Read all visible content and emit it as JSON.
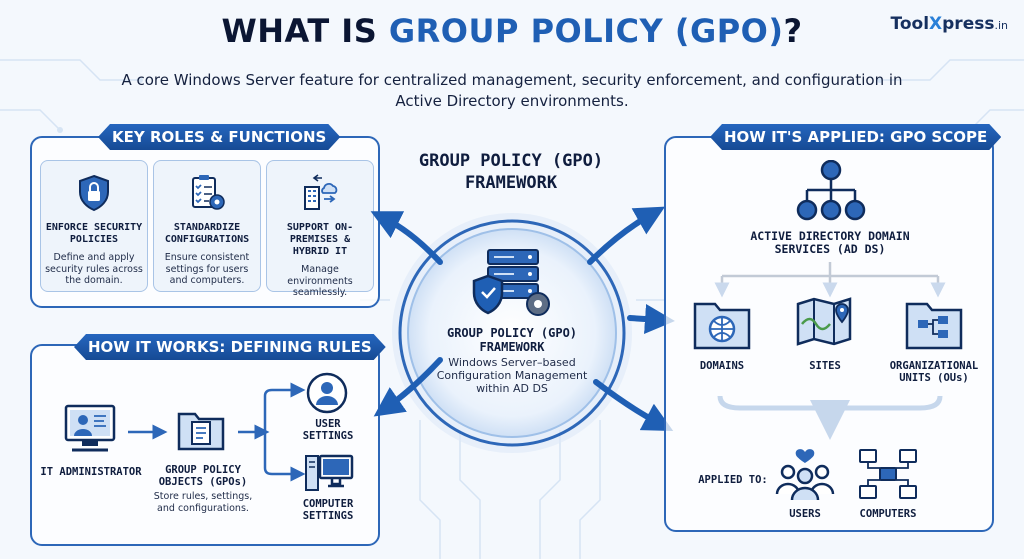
{
  "header": {
    "title_prefix": "WHAT IS ",
    "title_accent": "GROUP POLICY (GPO)",
    "title_suffix": "?",
    "brand_a": "Tool",
    "brand_x": "X",
    "brand_b": "press",
    "brand_tld": ".in",
    "subtitle": "A core Windows Server feature for centralized management, security enforcement, and configuration in Active Directory environments."
  },
  "roles": {
    "label": "KEY ROLES & FUNCTIONS",
    "cards": [
      {
        "title": "ENFORCE SECURITY POLICIES",
        "desc": "Define and apply security rules across the domain.",
        "icon": "shield-lock-icon"
      },
      {
        "title": "STANDARDIZE CONFIGURATIONS",
        "desc": "Ensure consistent settings for users and computers.",
        "icon": "checklist-gear-icon"
      },
      {
        "title": "SUPPORT ON-PREMISES & HYBRID IT",
        "desc": "Manage environments seamlessly.",
        "icon": "building-cloud-icon"
      }
    ]
  },
  "works": {
    "label": "HOW IT WORKS: DEFINING RULES",
    "admin": "IT ADMINISTRATOR",
    "gpo_title": "GROUP POLICY OBJECTS (GPOs)",
    "gpo_desc": "Store rules, settings, and configurations.",
    "user_settings": "USER SETTINGS",
    "computer_settings": "COMPUTER SETTINGS"
  },
  "center": {
    "heading": "GROUP POLICY (GPO) FRAMEWORK",
    "title": "GROUP POLICY (GPO) FRAMEWORK",
    "desc": "Windows Server–based Configuration Management within AD DS"
  },
  "scope": {
    "label": "HOW IT'S APPLIED: GPO SCOPE",
    "adds": "ACTIVE DIRECTORY DOMAIN SERVICES (AD DS)",
    "domains": "DOMAINS",
    "sites": "SITES",
    "ous": "ORGANIZATIONAL UNITS (OUs)",
    "applied_to": "APPLIED TO:",
    "users": "USERS",
    "computers": "COMPUTERS"
  },
  "colors": {
    "primary": "#1f5fb4",
    "dark": "#0b1633",
    "panel_border": "#2d67b8",
    "light": "#eef4fb"
  }
}
